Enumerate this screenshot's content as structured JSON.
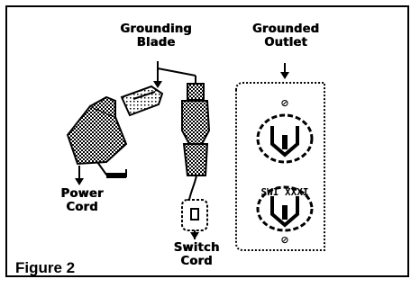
{
  "labels": {
    "grounding_blade": [
      "Grounding",
      "Blade"
    ],
    "grounded_outlet": [
      "Grounded",
      "Outlet"
    ],
    "power_cord": [
      "Power",
      "Cord"
    ],
    "switch_cord": [
      "Switch",
      "Cord"
    ],
    "outlet_plate_text": "SWI XXXI"
  },
  "caption": "Figure 2",
  "colors": {
    "ink": "#000000",
    "background": "#ffffff"
  }
}
